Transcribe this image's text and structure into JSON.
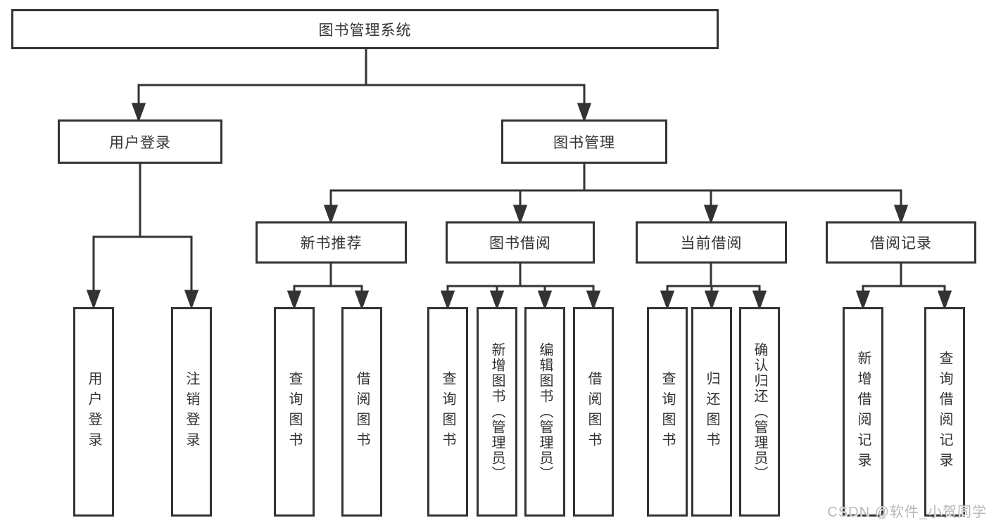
{
  "diagram": {
    "title": "图书管理系统",
    "branches": [
      {
        "label": "用户登录",
        "children": [
          {
            "label": "用户登录"
          },
          {
            "label": "注销登录"
          }
        ]
      },
      {
        "label": "图书管理",
        "children": [
          {
            "label": "新书推荐",
            "children": [
              {
                "label": "查询图书"
              },
              {
                "label": "借阅图书"
              }
            ]
          },
          {
            "label": "图书借阅",
            "children": [
              {
                "label": "查询图书"
              },
              {
                "label": "新增图书（管理员）"
              },
              {
                "label": "编辑图书（管理员）"
              },
              {
                "label": "借阅图书"
              }
            ]
          },
          {
            "label": "当前借阅",
            "children": [
              {
                "label": "查询图书"
              },
              {
                "label": "归还图书"
              },
              {
                "label": "确认归还（管理员）"
              }
            ]
          },
          {
            "label": "借阅记录",
            "children": [
              {
                "label": "新增借阅记录"
              },
              {
                "label": "查询借阅记录"
              }
            ]
          }
        ]
      }
    ]
  },
  "watermark": {
    "text": "CSDN @软件_小贺同学"
  },
  "colors": {
    "line": "#333333",
    "box_border": "#333333",
    "box_fill": "#ffffff",
    "text": "#333333",
    "watermark": "#b8b8b8"
  }
}
